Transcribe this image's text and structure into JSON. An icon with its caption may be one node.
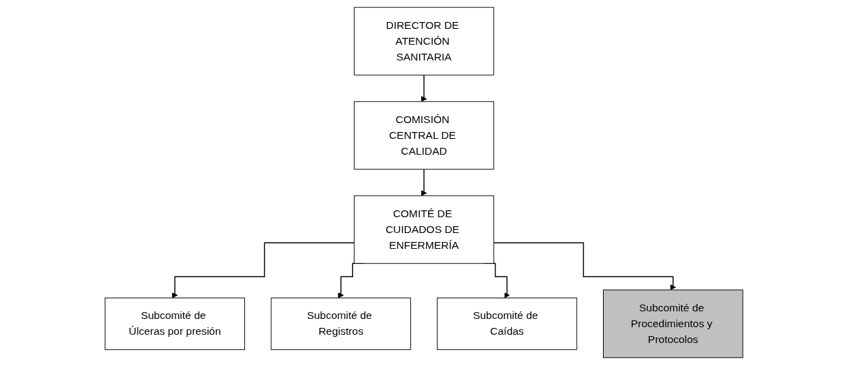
{
  "diagram": {
    "nodes": [
      {
        "text": [
          "DIRECTOR DE ATENCIÓN SANITARIA"
        ]
      },
      {
        "text": [
          "COMISIÓN CENTRAL DE CALIDAD"
        ]
      },
      {
        "text": [
          "COMITÉ DE CUIDADOS DE ENFERMERÍA"
        ]
      },
      {
        "text": [
          "Subcomité de Úlceras por presión"
        ]
      },
      {
        "text": [
          "Subcomité de Registros"
        ]
      },
      {
        "text": [
          "Subcomité de Caídas"
        ]
      },
      {
        "text": [
          "Subcomité de Procedimientos y Protocolos"
        ]
      }
    ],
    "edges": [
      {
        "from": 0,
        "to": 1,
        "arrow": "to"
      },
      {
        "from": 1,
        "to": 2,
        "arrow": "to"
      },
      {
        "from": 2,
        "to": 3,
        "arrow": "to"
      },
      {
        "from": 2,
        "to": 4,
        "arrow": "to"
      },
      {
        "from": 2,
        "to": 5,
        "arrow": "to"
      },
      {
        "from": 2,
        "to": 6,
        "arrow": "to"
      }
    ]
  }
}
